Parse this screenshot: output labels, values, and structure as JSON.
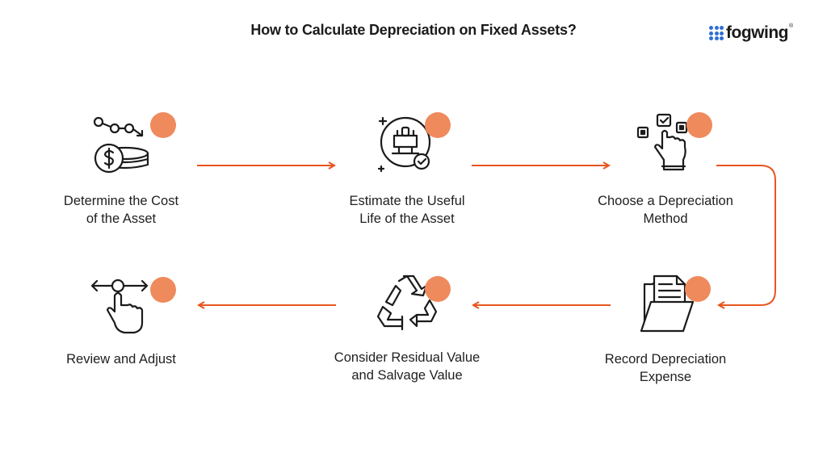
{
  "title": "How to Calculate Depreciation on Fixed Assets?",
  "brand": {
    "name": "fogwing",
    "registered": "®",
    "accent": "#2e6fd6"
  },
  "colors": {
    "arrow": "#e8561f",
    "dot": "#ef8a5d",
    "icon_stroke": "#1b1b1b"
  },
  "steps": [
    {
      "label_line1": "Determine the Cost",
      "label_line2": "of the Asset",
      "icon": "coins-trend-icon"
    },
    {
      "label_line1": "Estimate the Useful",
      "label_line2": "Life of the Asset",
      "icon": "machine-check-icon"
    },
    {
      "label_line1": "Choose a Depreciation",
      "label_line2": "Method",
      "icon": "hand-select-icon"
    },
    {
      "label_line1": "Record Depreciation",
      "label_line2": "Expense",
      "icon": "folder-document-icon"
    },
    {
      "label_line1": "Consider Residual Value",
      "label_line2": "and Salvage Value",
      "icon": "recycle-icon"
    },
    {
      "label_line1": "Review and Adjust",
      "label_line2": "",
      "icon": "hand-slider-icon"
    }
  ]
}
